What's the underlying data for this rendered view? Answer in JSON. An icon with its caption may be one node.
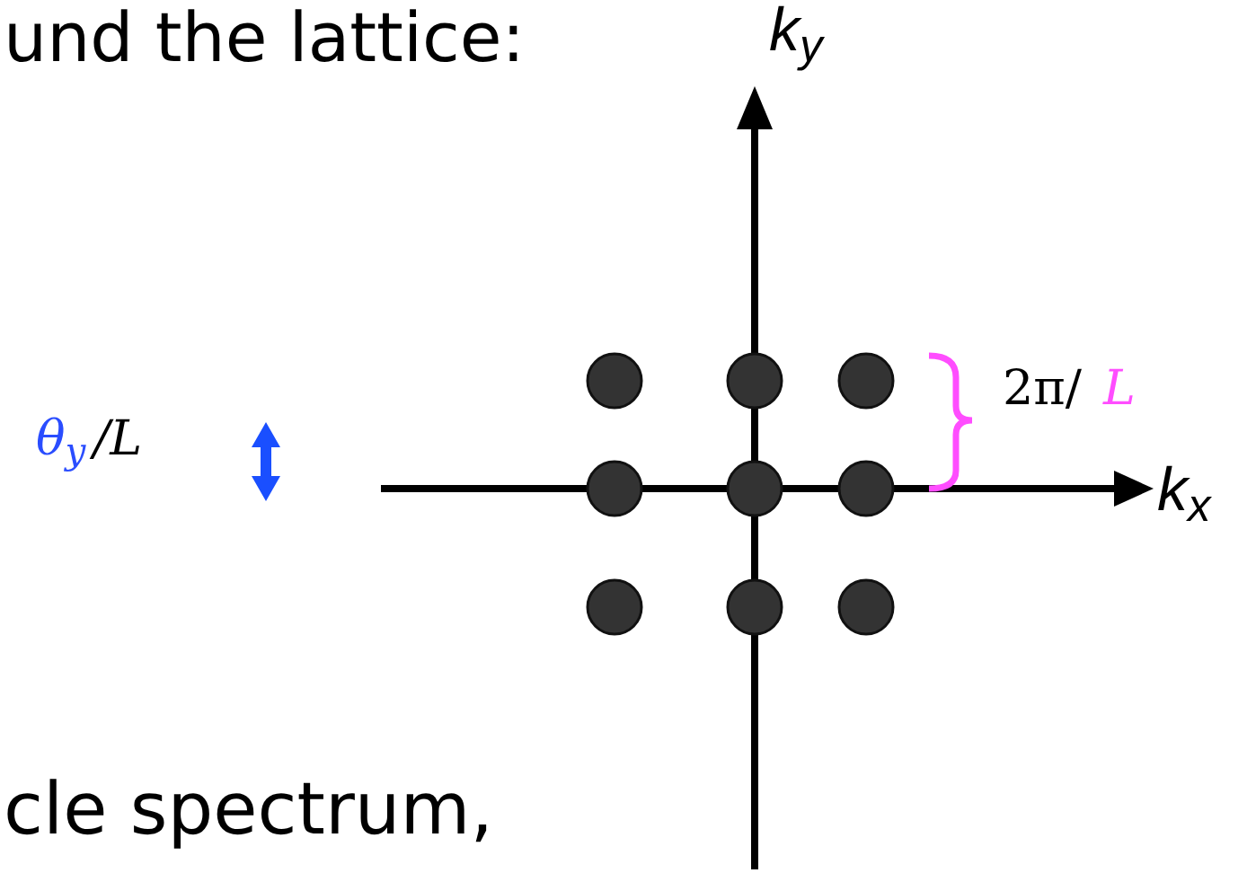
{
  "diagram": {
    "labels": [
      "und the lattice:",
      "k$_{y}$",
      "θ$_{y}$",
      "/L",
      "2π/",
      "L",
      "k$_{x}$",
      "cle spectrum,"
    ]
  }
}
